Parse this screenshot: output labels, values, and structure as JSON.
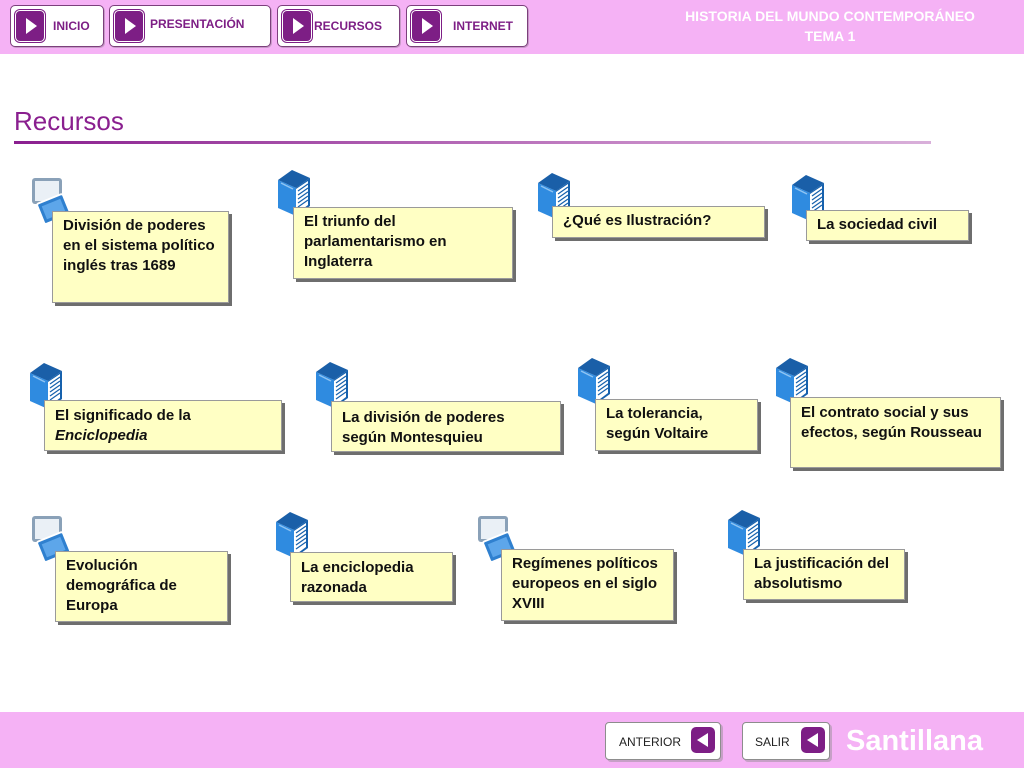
{
  "header": {
    "title_line1": "HISTORIA DEL MUNDO CONTEMPORÁNEO",
    "title_line2": "TEMA 1",
    "nav": [
      {
        "label": "INICIO"
      },
      {
        "label": "PRESENTACIÓN"
      },
      {
        "label": "RECURSOS"
      },
      {
        "label": "INTERNET"
      }
    ]
  },
  "page": {
    "title": "Recursos"
  },
  "cards": {
    "c1": {
      "text": "División de poderes en el sistema político inglés tras 1689",
      "icon": "presentation-icon"
    },
    "c2": {
      "text": "El triunfo del parlamentarismo en Inglaterra",
      "icon": "book-icon"
    },
    "c3": {
      "text": "¿Qué es Ilustración?",
      "icon": "book-icon"
    },
    "c4": {
      "text": "La sociedad civil",
      "icon": "book-icon"
    },
    "c5": {
      "text_pre": "El significado de la",
      "text_italic": "Enciclopedia",
      "icon": "book-icon"
    },
    "c6": {
      "text": "La división de poderes según Montesquieu",
      "icon": "book-icon"
    },
    "c7": {
      "text": "La tolerancia, según Voltaire",
      "icon": "book-icon"
    },
    "c8": {
      "text": "El contrato social y sus efectos, según Rousseau",
      "icon": "book-icon"
    },
    "c9": {
      "text": "Evolución demográfica de Europa",
      "icon": "presentation-icon"
    },
    "c10": {
      "text": "La enciclopedia razonada",
      "icon": "book-icon"
    },
    "c11": {
      "text": "Regímenes políticos europeos en el siglo XVIII",
      "icon": "presentation-icon"
    },
    "c12": {
      "text": "La justificación del absolutismo",
      "icon": "book-icon"
    }
  },
  "footer": {
    "prev_label": "ANTERIOR",
    "exit_label": "SALIR",
    "brand": "Santillana"
  },
  "colors": {
    "bar": "#f5b2f5",
    "accent": "#7d1e85",
    "card_bg": "#ffffc4",
    "icon_blue": "#1f73c2"
  }
}
